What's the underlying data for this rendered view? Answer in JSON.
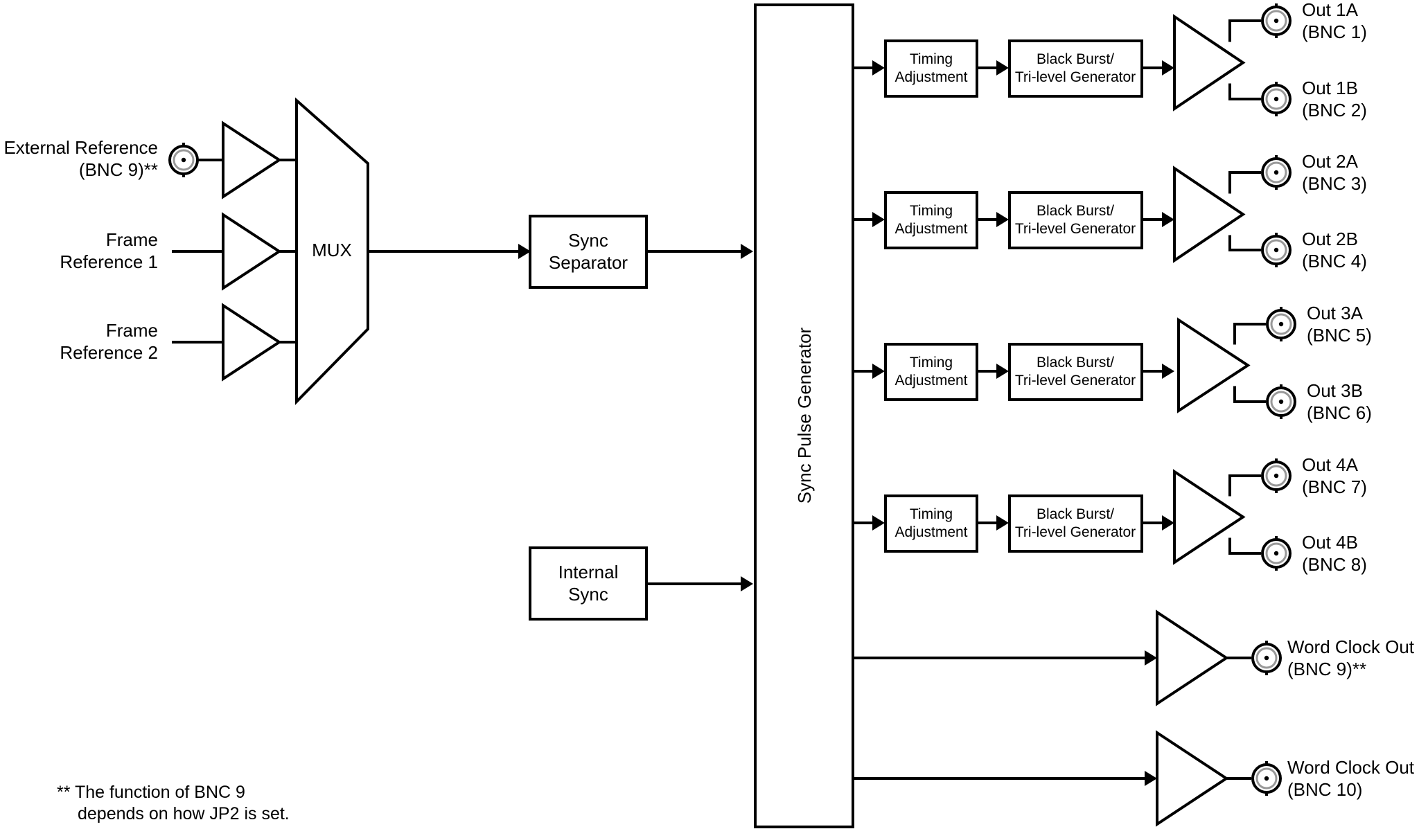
{
  "inputs": {
    "external_reference": [
      "External Reference",
      "(BNC 9)**"
    ],
    "frame_reference_1": [
      "Frame",
      "Reference 1"
    ],
    "frame_reference_2": [
      "Frame",
      "Reference 2"
    ]
  },
  "blocks": {
    "mux": "MUX",
    "sync_separator": [
      "Sync",
      "Separator"
    ],
    "internal_sync": [
      "Internal",
      "Sync"
    ],
    "sync_pulse_generator": "Sync Pulse Generator",
    "timing_adjustment": [
      "Timing",
      "Adjustment"
    ],
    "black_burst_generator": [
      "Black Burst/",
      "Tri-level Generator"
    ]
  },
  "channels": [
    {
      "out_a": [
        "Out 1A",
        "(BNC 1)"
      ],
      "out_b": [
        "Out 1B",
        "(BNC 2)"
      ]
    },
    {
      "out_a": [
        "Out 2A",
        "(BNC 3)"
      ],
      "out_b": [
        "Out 2B",
        "(BNC 4)"
      ]
    },
    {
      "out_a": [
        "Out 3A",
        "(BNC 5)"
      ],
      "out_b": [
        "Out 3B",
        "(BNC 6)"
      ]
    },
    {
      "out_a": [
        "Out 4A",
        "(BNC 7)"
      ],
      "out_b": [
        "Out 4B",
        "(BNC 8)"
      ]
    }
  ],
  "word_clock_outputs": [
    [
      "Word Clock Out",
      "(BNC 9)**"
    ],
    [
      "Word Clock Out",
      "(BNC 10)"
    ]
  ],
  "footnote": [
    "** The function of BNC 9",
    "depends on how JP2 is set."
  ]
}
